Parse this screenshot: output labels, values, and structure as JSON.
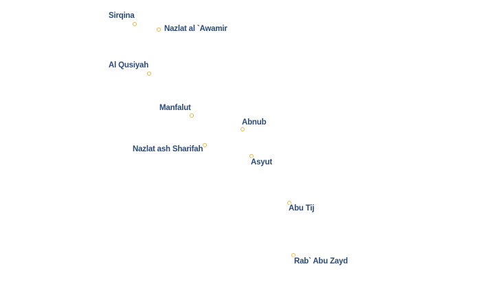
{
  "style": {
    "label_color": "#2c4a7a",
    "marker_color": "#e8b84a",
    "background": "#ffffff"
  },
  "places": [
    {
      "name": "Sirqina"
    },
    {
      "name": "Nazlat al `Awamir"
    },
    {
      "name": "Al Qusiyah"
    },
    {
      "name": "Manfalut"
    },
    {
      "name": "Abnub"
    },
    {
      "name": "Nazlat ash Sharifah"
    },
    {
      "name": "Asyut"
    },
    {
      "name": "Abu Tij"
    },
    {
      "name": "Rab` Abu Zayd"
    }
  ]
}
